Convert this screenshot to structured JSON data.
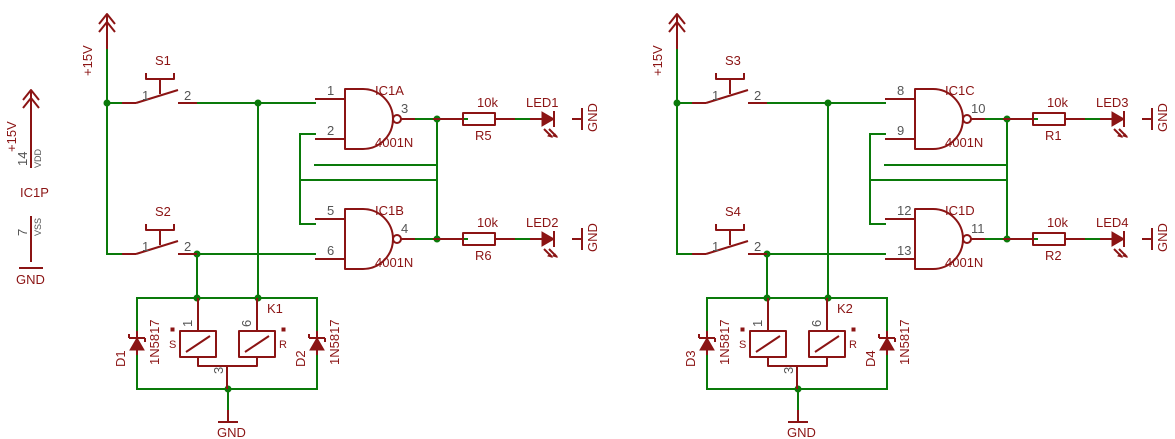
{
  "supply": {
    "left": "+15V",
    "right": "+15V",
    "ic_power": "+15V"
  },
  "ground_label": "GND",
  "power_block": {
    "name": "IC1P",
    "vdd": "VDD",
    "vdd_pin": "14",
    "vss": "VSS",
    "vss_pin": "7"
  },
  "gates": [
    {
      "name": "IC1A",
      "type": "4001N",
      "in1": "1",
      "in2": "2",
      "out": "3"
    },
    {
      "name": "IC1B",
      "type": "4001N",
      "in1": "5",
      "in2": "6",
      "out": "4"
    },
    {
      "name": "IC1C",
      "type": "4001N",
      "in1": "8",
      "in2": "9",
      "out": "10"
    },
    {
      "name": "IC1D",
      "type": "4001N",
      "in1": "12",
      "in2": "13",
      "out": "11"
    }
  ],
  "switches": [
    {
      "name": "S1",
      "p1": "1",
      "p2": "2"
    },
    {
      "name": "S2",
      "p1": "1",
      "p2": "2"
    },
    {
      "name": "S3",
      "p1": "1",
      "p2": "2"
    },
    {
      "name": "S4",
      "p1": "1",
      "p2": "2"
    }
  ],
  "resistors": [
    {
      "name": "R5",
      "value": "10k"
    },
    {
      "name": "R6",
      "value": "10k"
    },
    {
      "name": "R1",
      "value": "10k"
    },
    {
      "name": "R2",
      "value": "10k"
    }
  ],
  "leds": [
    {
      "name": "LED1"
    },
    {
      "name": "LED2"
    },
    {
      "name": "LED3"
    },
    {
      "name": "LED4"
    }
  ],
  "relays": [
    {
      "name": "K1",
      "pin_set": "1",
      "pin_reset": "6",
      "pin_common": "3",
      "set_label": "S",
      "reset_label": "R"
    },
    {
      "name": "K2",
      "pin_set": "1",
      "pin_reset": "6",
      "pin_common": "3",
      "set_label": "S",
      "reset_label": "R"
    }
  ],
  "diodes": [
    {
      "name": "D1",
      "type": "1N5817"
    },
    {
      "name": "D2",
      "type": "1N5817"
    },
    {
      "name": "D3",
      "type": "1N5817"
    },
    {
      "name": "D4",
      "type": "1N5817"
    }
  ],
  "colors": {
    "wire": "#0a7a0a",
    "part": "#8b1414",
    "pin_text": "#555555",
    "background": "#ffffff"
  }
}
